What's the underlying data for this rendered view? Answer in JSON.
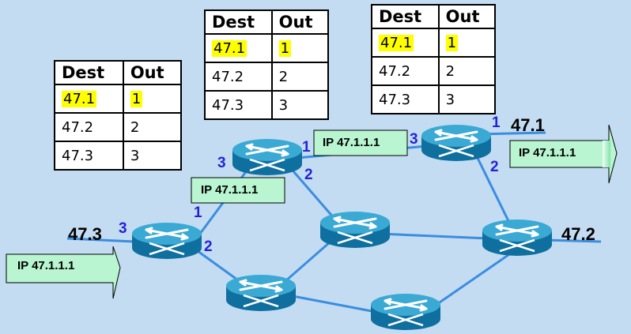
{
  "tables": [
    {
      "id": "table-left",
      "headers": [
        "Dest",
        "Out"
      ],
      "rows": [
        [
          "47.1",
          "1"
        ],
        [
          "47.2",
          "2"
        ],
        [
          "47.3",
          "3"
        ]
      ]
    },
    {
      "id": "table-middle",
      "headers": [
        "Dest",
        "Out"
      ],
      "rows": [
        [
          "47.1",
          "1"
        ],
        [
          "47.2",
          "2"
        ],
        [
          "47.3",
          "3"
        ]
      ]
    },
    {
      "id": "table-right",
      "headers": [
        "Dest",
        "Out"
      ],
      "rows": [
        [
          "47.1",
          "1"
        ],
        [
          "47.2",
          "2"
        ],
        [
          "47.3",
          "3"
        ]
      ]
    }
  ],
  "highlight_color": "#ffff00",
  "packet_label": "IP 47.1.1.1",
  "networks": {
    "left": "47.3",
    "top_right": "47.1",
    "right": "47.2"
  },
  "ports": {
    "one": "1",
    "two": "2",
    "three": "3"
  },
  "colors": {
    "background": "#c3dcf2",
    "link": "#3b8de0",
    "router_body": "#0f6f9e",
    "router_top": "#3aa9d4",
    "packet_fill": "#b8f5d0",
    "port_label": "#2323d6"
  }
}
